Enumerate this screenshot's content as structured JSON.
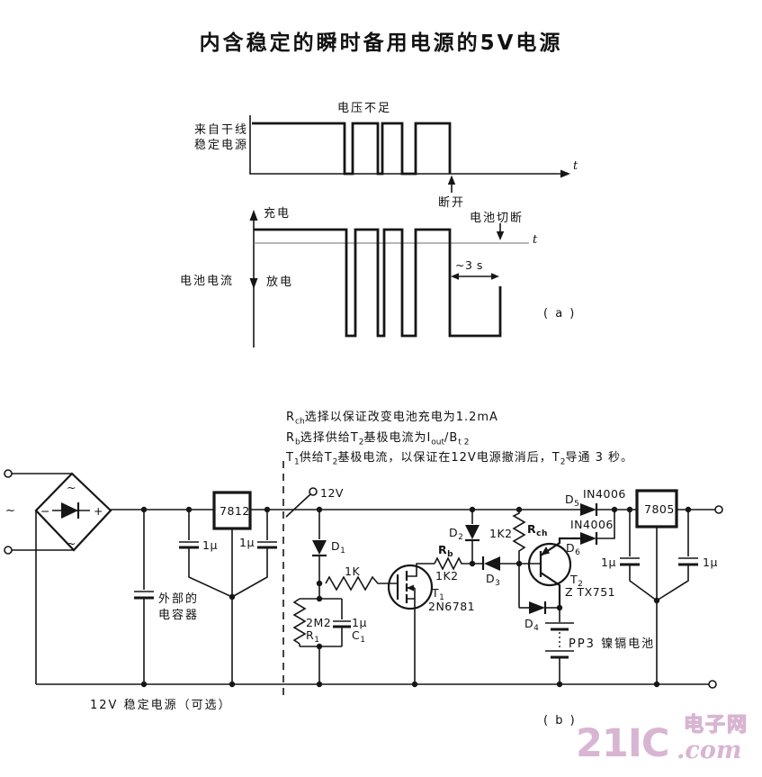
{
  "title": "内含稳定的瞬时备用电源的5V电源",
  "fig_a": {
    "tag": "( a )",
    "src_label1": "来自干线",
    "src_label2": "稳定电源",
    "undervoltage": "电压不足",
    "disconnect": "断开",
    "t_upper": "t",
    "t_lower": "t",
    "charge": "充电",
    "discharge": "放电",
    "batt_current": "电池电流",
    "batt_cutoff": "电池切断",
    "three_s": "~3 s"
  },
  "notes": {
    "l1a": "R",
    "l1b": "ch",
    "l1c": "选择以保证改变电池充电为1.2mA",
    "l2a": "R",
    "l2b": "b",
    "l2c": "选择供给T",
    "l2d": "2",
    "l2e": "基极电流为I",
    "l2f": "out",
    "l2g": "/B",
    "l2h": "t 2",
    "l3a": "T",
    "l3b": "1",
    "l3c": "供给T",
    "l3d": "2",
    "l3e": "基极电流，以保证在12V电源撤消后，T",
    "l3f": "2",
    "l3g": "导通 3 秒。"
  },
  "fig_b": {
    "tag": "( b )",
    "twelve_v": "12V",
    "reg12": "7812",
    "reg5": "7805",
    "cap_1u": "1μ",
    "ext_cap1": "外部的",
    "ext_cap2": "电容器",
    "bottom_label": "12V 稳定电源（可选）",
    "tilde": "~",
    "minus": "−",
    "plus": "+",
    "d1": "D",
    "d1s": "1",
    "d2": "D",
    "d2s": "2",
    "d3": "D",
    "d3s": "3",
    "d4": "D",
    "d4s": "4",
    "d5": "D",
    "d5s": "5",
    "d6": "D",
    "d6s": "6",
    "in4006a": "IN4006",
    "in4006b": "IN4006",
    "r_1k": "1K",
    "rb": "R",
    "rbs": "b",
    "rb_val": "1K2",
    "rch": "R",
    "rchs": "ch",
    "rch_val": "1K2",
    "r1": "R",
    "r1s": "1",
    "r1_val": "2M2",
    "c1": "C",
    "c1s": "1",
    "c1_val": "1μ",
    "t1": "T",
    "t1s": "1",
    "t1_part": "2N6781",
    "t2": "T",
    "t2s": "2",
    "t2_part": "Z TX751",
    "battery": "PP3 镍镉电池"
  },
  "watermark": {
    "big": "21IC",
    "dot_com": ".com",
    "cn": "电子网",
    "color": "#d8b5d2"
  }
}
